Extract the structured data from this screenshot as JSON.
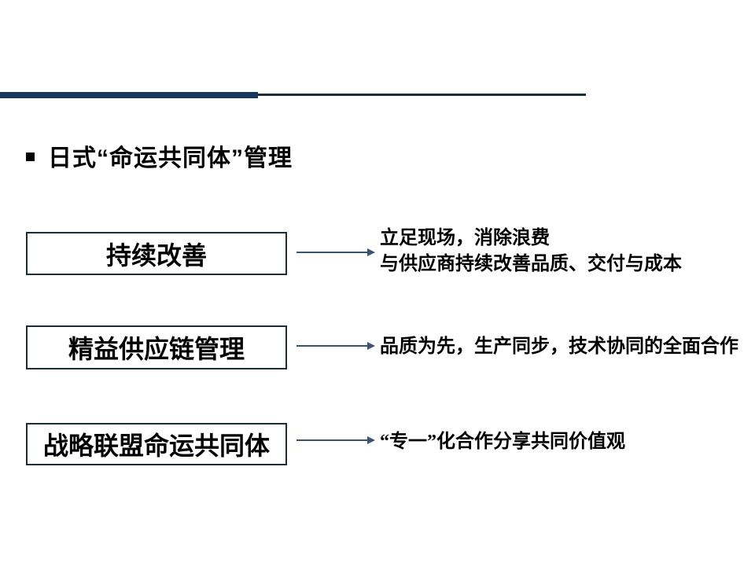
{
  "slide": {
    "title": "日式“命运共同体”管理",
    "colors": {
      "bar_thick": "#17375e",
      "bar_thin": "#1f2d36",
      "box_border": "#1f2d36",
      "arrow": "#3a536e"
    },
    "rows": [
      {
        "box": "持续改善",
        "desc": [
          "立足现场，消除浪费",
          "与供应商持续改善品质、交付与成本"
        ]
      },
      {
        "box": "精益供应链管理",
        "desc": [
          "品质为先，生产同步，技术协同的全面合作"
        ]
      },
      {
        "box": "战略联盟命运共同体",
        "desc": [
          "“专一”化合作分享共同价值观"
        ]
      }
    ]
  }
}
